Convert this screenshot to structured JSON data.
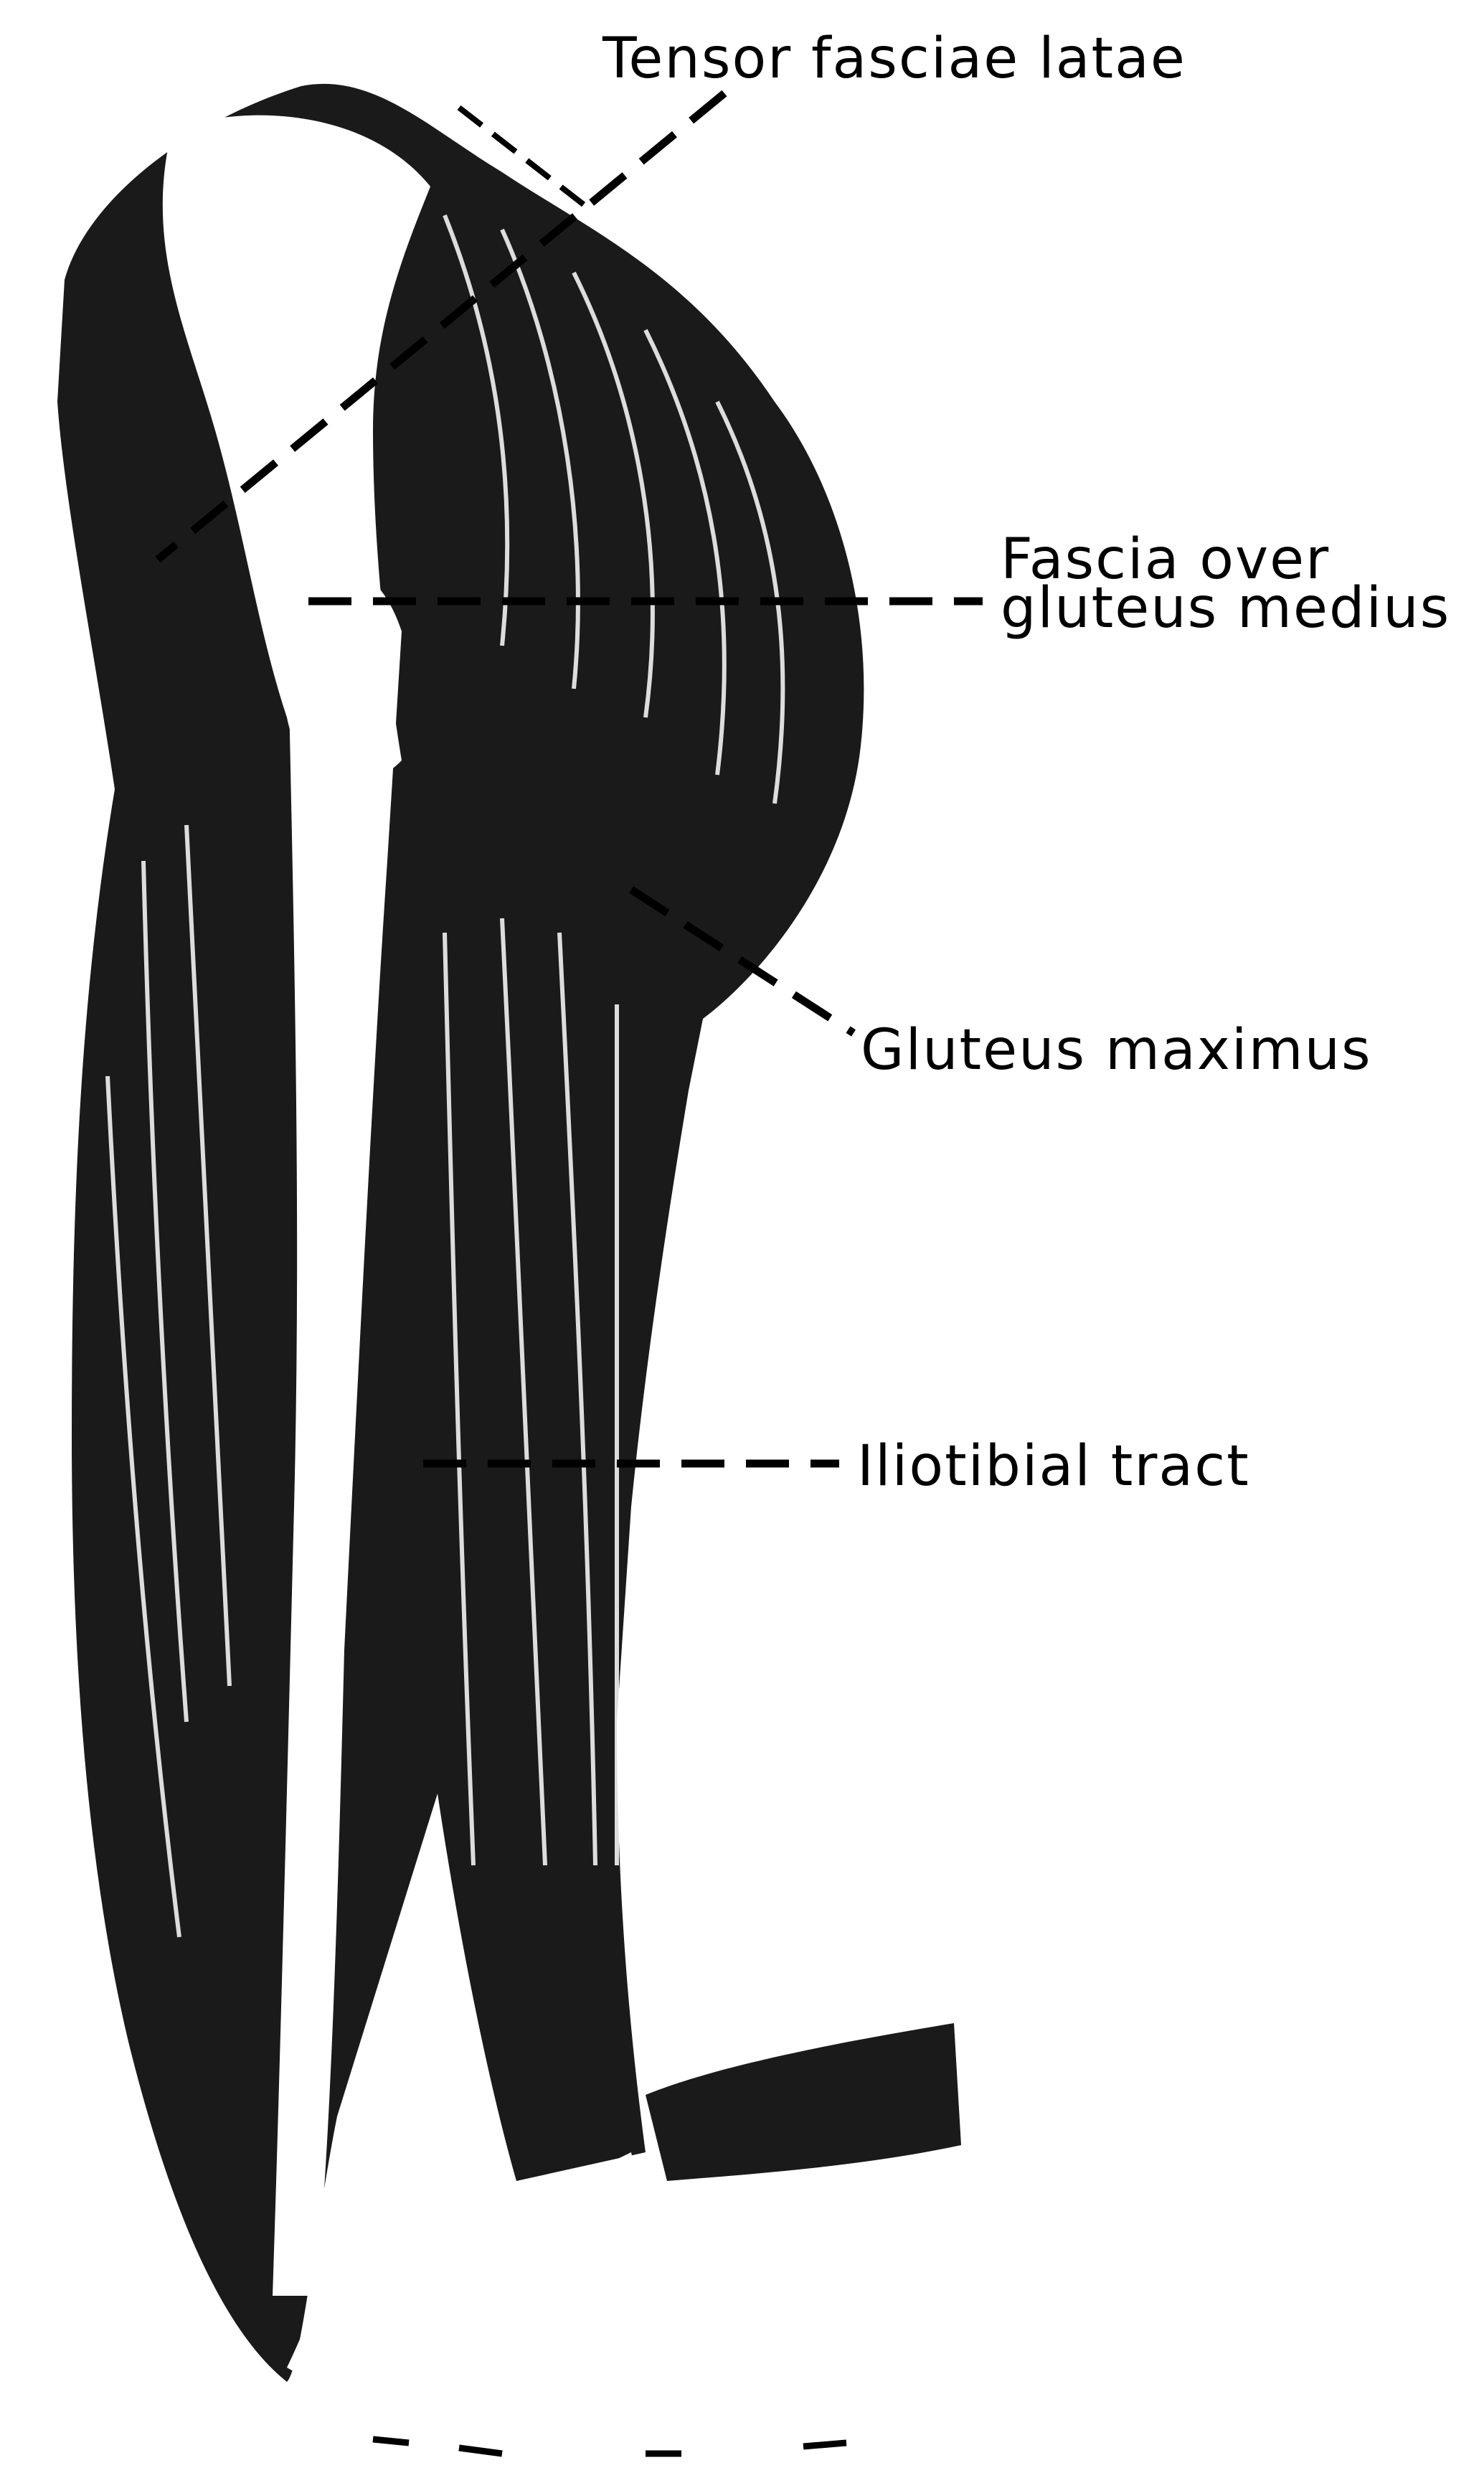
{
  "figure": {
    "subject": "lateral-thigh-musculature",
    "palette": {
      "ink": "#000000",
      "paper": "#ffffff"
    }
  },
  "labels": {
    "tensor": "Tensor fasciae latae",
    "fascia_line1": "Fascia over",
    "fascia_line2": "gluteus medius",
    "gluteus_max": "Gluteus maximus",
    "iliotibial": "Iliotibial tract"
  }
}
